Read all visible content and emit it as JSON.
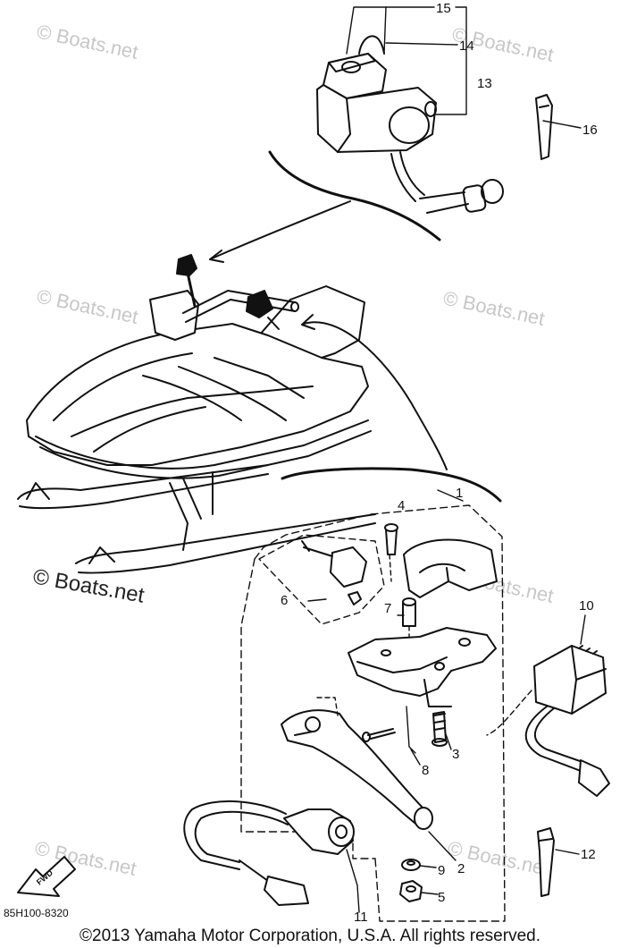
{
  "callouts": {
    "c1": "1",
    "c2": "2",
    "c3": "3",
    "c4": "4",
    "c5": "5",
    "c6": "6",
    "c7": "7",
    "c8": "8",
    "c9": "9",
    "c10": "10",
    "c11": "11",
    "c12": "12",
    "c13": "13",
    "c14": "14",
    "c15": "15",
    "c16": "16"
  },
  "watermark": {
    "text": "© Boats.net"
  },
  "fwd_label": "FWD",
  "diagram_code": "85H100-8320",
  "footer": "©2013 Yamaha Motor Corporation, U.S.A. All rights reserved."
}
